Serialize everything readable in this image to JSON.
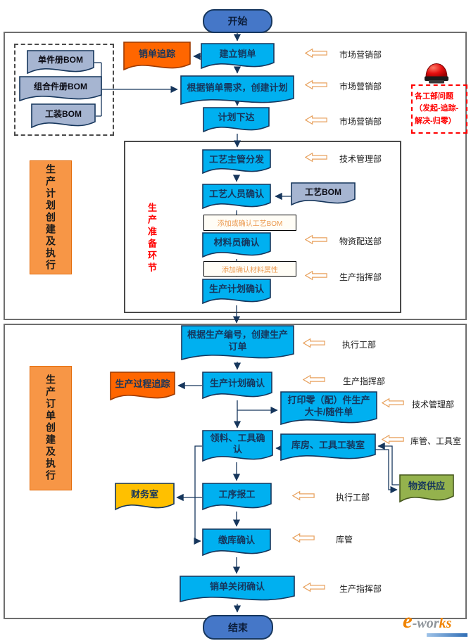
{
  "terminators": {
    "start": "开始",
    "end": "结束"
  },
  "docs": {
    "sales_order_tracking": "销单追踪",
    "create_sales_order": "建立销单",
    "bom_single": "单件册BOM",
    "bom_combo": "组合件册BOM",
    "bom_tooling": "工装BOM",
    "create_plan": "根据销单需求，创建计划",
    "plan_release": "计划下达",
    "process_supervisor_distribute": "工艺主管分发",
    "process_staff_confirm": "工艺人员确认",
    "process_bom": "工艺BOM",
    "material_clerk_confirm": "材料员确认",
    "production_plan_confirm_1": "生产计划确认",
    "create_production_order": "根据生产编号，创建生产订单",
    "production_process_tracking": "生产过程追踪",
    "production_plan_confirm_2": "生产计划确认",
    "print_production_card": "打印零（配）件生产大卡/随件单",
    "material_tool_confirm": "领料、工具确认",
    "warehouse_tool_room": "库房、工具工装室",
    "material_supply": "物资供应",
    "process_work_report": "工序报工",
    "finance_office": "财务室",
    "warehouse_submit_confirm": "缴库确认",
    "sales_order_close_confirm": "销单关闭确认"
  },
  "notes": {
    "add_or_confirm_process_bom": "添加或确认工艺BOM",
    "add_confirm_material_attr": "添加确认材料属性"
  },
  "stages": {
    "stage1": "生产计划创建及执行",
    "stage2": "生产订单创建及执行",
    "prep": "生产准备环节",
    "issue_note": "各工部问题（发起-追踪-解决-归零）"
  },
  "side_labels": [
    "市场营销部",
    "市场营销部",
    "市场营销部",
    "技术管理部",
    "物资配送部",
    "生产指挥部",
    "执行工部",
    "生产指挥部",
    "技术管理部",
    "库管、工具室",
    "执行工部",
    "库管",
    "生产指挥部"
  ],
  "logo": {
    "e": "e",
    "mid": "-wor",
    "ks": "ks"
  },
  "colors": {
    "process_fill": "#00B0F0",
    "tracking_fill": "#FF6600",
    "bom_fill": "#A6B5D1",
    "finance_fill": "#FFC000",
    "supply_fill": "#94B24D",
    "stage_fill": "#F79646",
    "terminator_fill": "#4577C8",
    "line_color": "#16365C",
    "label_arrow_color": "#E8A25F",
    "alert_color": "#FF0000"
  }
}
